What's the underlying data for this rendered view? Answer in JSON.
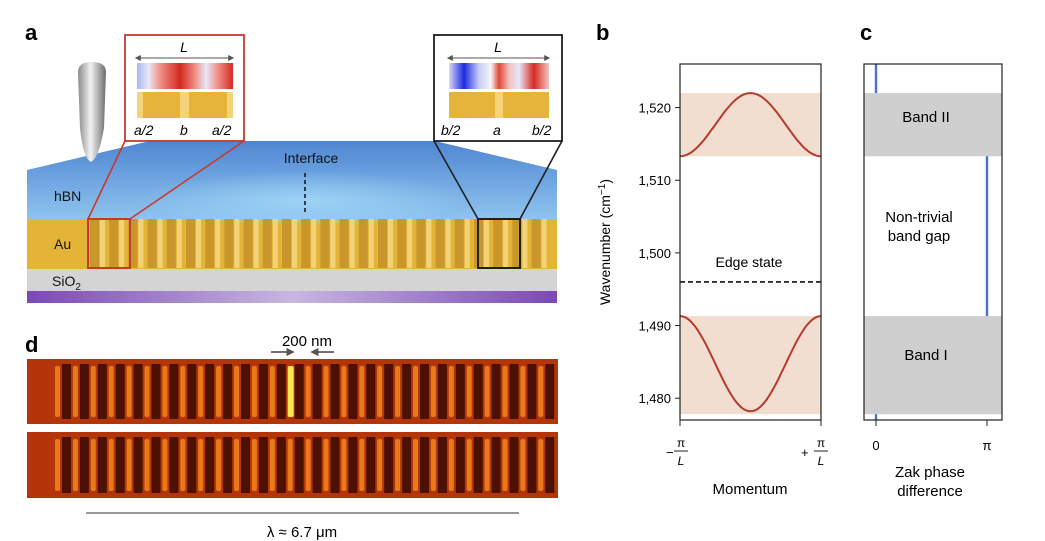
{
  "panels": {
    "a": "a",
    "b": "b",
    "c": "c",
    "d": "d"
  },
  "panel_a": {
    "layer_hbn": "hBN",
    "layer_au": "Au",
    "layer_sio2_main": "SiO",
    "layer_sio2_sub": "2",
    "interface_label": "Interface",
    "inset_left": {
      "period": "L",
      "dims": [
        "a/2",
        "b",
        "a/2"
      ]
    },
    "inset_right": {
      "period": "L",
      "dims": [
        "b/2",
        "a",
        "b/2"
      ]
    }
  },
  "panel_b": {
    "ylabel": "Wavenumber (cm",
    "ylabel_sup": "−1",
    "ylabel_close": ")",
    "xlabel": "Momentum",
    "edge_state_label": "Edge state",
    "xticks": [
      {
        "sign": "−",
        "num": "π",
        "den": "L"
      },
      {
        "sign": "+",
        "num": "π",
        "den": "L"
      }
    ],
    "yticks": [
      "1,480",
      "1,490",
      "1,500",
      "1,510",
      "1,520"
    ]
  },
  "panel_c": {
    "band2": "Band II",
    "band1": "Band I",
    "gap_line1": "Non-trivial",
    "gap_line2": "band gap",
    "xticks": [
      "0",
      "π"
    ],
    "xlabel_line1": "Zak phase",
    "xlabel_line2": "difference"
  },
  "panel_d": {
    "scale_label": "200 nm",
    "wavelength_label": "λ ≈ 6.7 μm"
  },
  "chart_data": {
    "type": "line",
    "title": "",
    "xlabel": "Momentum",
    "ylabel": "Wavenumber (cm−1)",
    "x_range": [
      "−π/L",
      "+π/L"
    ],
    "ylim": [
      1477,
      1526
    ],
    "series": [
      {
        "x": [
          -1,
          -0.5,
          0,
          0.5,
          1
        ],
        "values": [
          1513.3,
          1517.6,
          1522,
          1517.6,
          1513.3
        ]
      },
      {
        "x": [
          -1,
          -0.5,
          0,
          0.5,
          1
        ],
        "values": [
          1491.3,
          1484.7,
          1478.2,
          1484.7,
          1491.3
        ]
      }
    ],
    "bands": [
      {
        "range": [
          1513.3,
          1522
        ]
      },
      {
        "range": [
          1477.8,
          1491.3
        ]
      }
    ],
    "edge_state": 1496
  },
  "colors": {
    "band_fill": "#f1ded0",
    "band_curve": "#b73a2c",
    "gray_band": "#cfcfcf",
    "zak_line": "#4a73d4",
    "hbn_top": "#5b8fd6",
    "au": "#e5b232",
    "sio2": "#d3d3d3",
    "substrate": "#7a4fb3",
    "inset_left_border": "#c03a36",
    "inset_right_border": "#222222"
  }
}
